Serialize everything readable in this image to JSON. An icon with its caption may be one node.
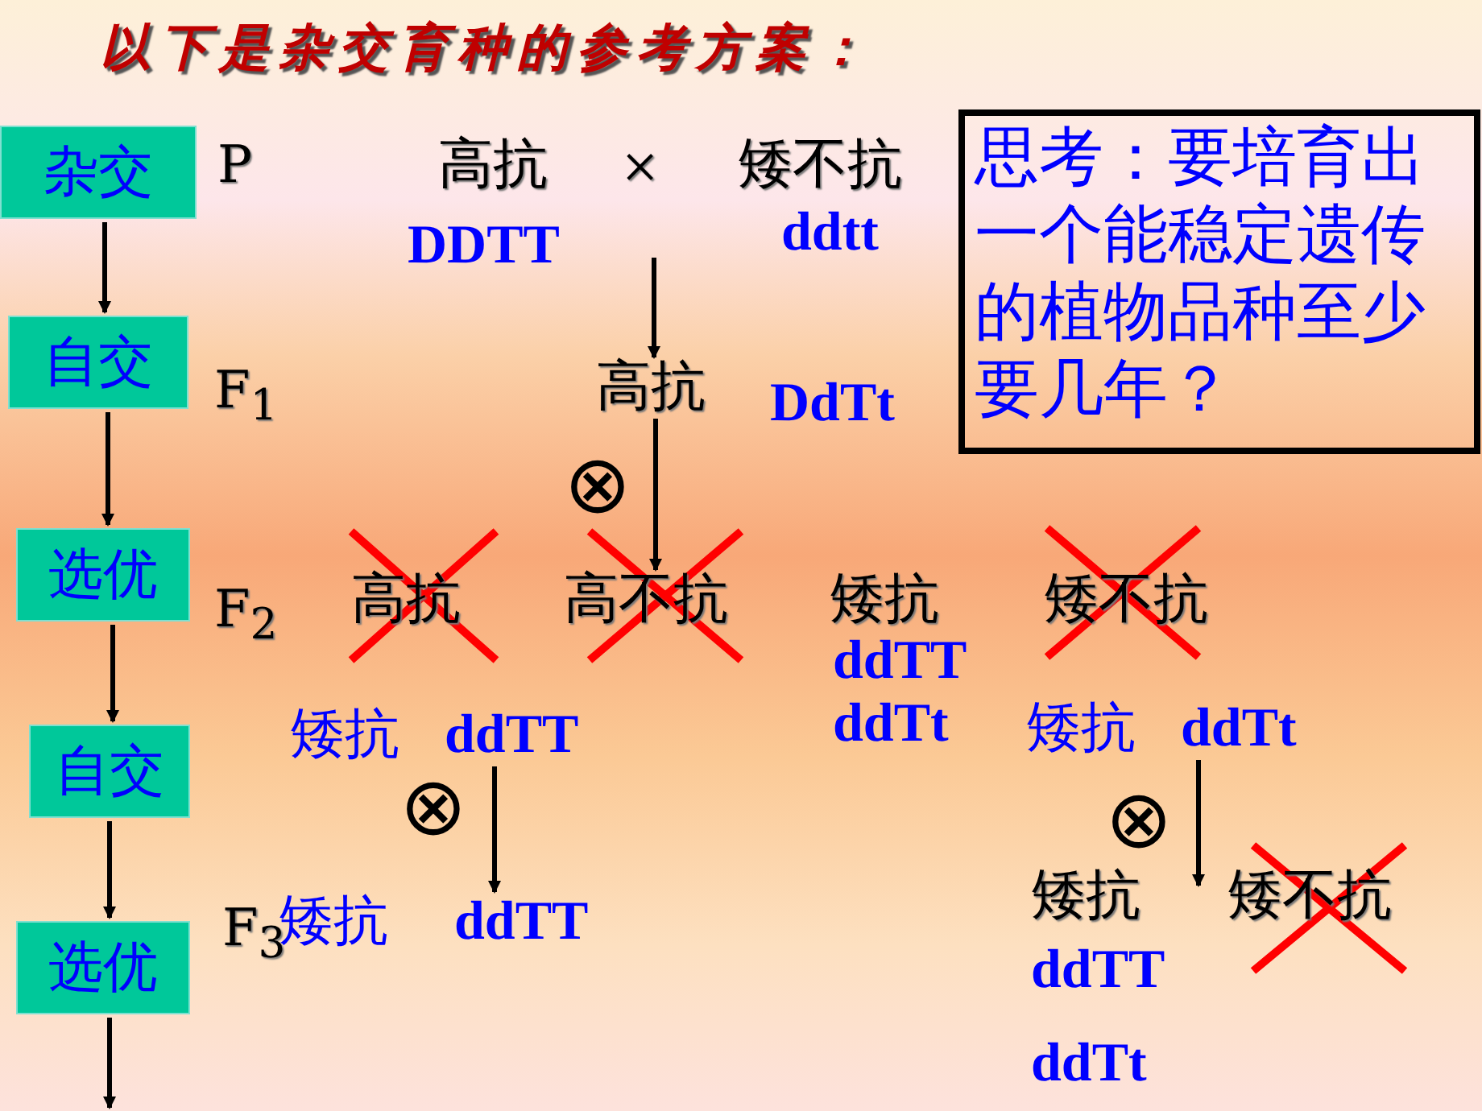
{
  "diagram": {
    "title": "以下是杂交育种的参考方案：",
    "nodes": [
      {
        "text": [
          "杂交"
        ]
      },
      {
        "text": [
          "自交"
        ]
      },
      {
        "text": [
          "选优"
        ]
      },
      {
        "text": [
          "自交"
        ]
      },
      {
        "text": [
          "选优"
        ]
      },
      {
        "text": [
          "高抗"
        ],
        "beside": [
          "DdTt"
        ]
      },
      {
        "text": [
          "矮抗",
          "ddTT"
        ]
      },
      {
        "text": [
          "ddTT"
        ]
      },
      {
        "text": [
          "矮抗",
          "ddTt"
        ]
      },
      {
        "text": [
          "思考：要培育出一个能稳定遗传的植物品种至少要几年？"
        ]
      },
      {
        "text": [
          "高不抗"
        ]
      }
    ],
    "edges": [
      {
        "from": 0,
        "to": 1,
        "arrow": "to"
      },
      {
        "from": 1,
        "to": 2,
        "arrow": "to"
      },
      {
        "from": 2,
        "to": 3,
        "arrow": "to"
      },
      {
        "from": 3,
        "to": 4,
        "arrow": "to"
      },
      {
        "from": 4,
        "to": null,
        "arrow": "to"
      },
      {
        "from": null,
        "to": 5,
        "arrow": "to"
      },
      {
        "from": 5,
        "to": 10,
        "arrow": "to"
      },
      {
        "from": 6,
        "to": 7,
        "arrow": "to"
      },
      {
        "from": 8,
        "to": null,
        "arrow": "to"
      }
    ],
    "labels": [
      "P",
      "高抗",
      "×",
      "矮不抗",
      "DDTT",
      "ddtt",
      "F$_{1}$",
      "⊗",
      "F$_{2}$",
      "高抗",
      "矮抗",
      "矮不抗",
      "ddTT",
      "ddTt",
      "⊗",
      "⊗",
      "F$_{3}$",
      "矮抗",
      "矮抗",
      "矮不抗",
      "ddTT",
      "ddTt"
    ]
  }
}
